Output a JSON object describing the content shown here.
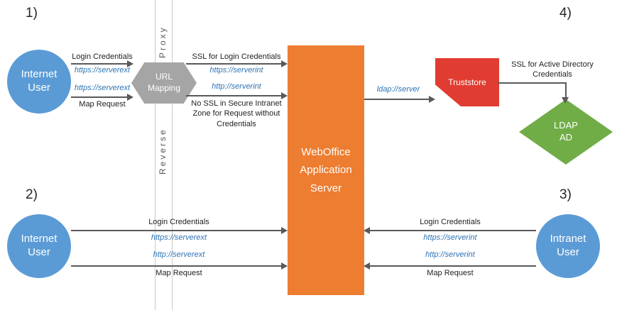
{
  "steps": {
    "s1": "1)",
    "s2": "2)",
    "s3": "3)",
    "s4": "4)"
  },
  "proxy_band": {
    "top": "Proxy",
    "bottom": "Reverse"
  },
  "nodes": {
    "internet_user_top": "Internet User",
    "internet_user_bottom": "Internet User",
    "intranet_user": "Intranet User",
    "url_mapping": "URL Mapping",
    "weboffice": "WebOffice Application Server",
    "truststore": "Truststore",
    "ldap_ad": "LDAP AD"
  },
  "edges": {
    "user_to_mapping": {
      "line1_label": "Login Credentials",
      "line1_url": "https://serverext",
      "line2_url": "https://serverext",
      "line2_label": "Map Request"
    },
    "mapping_to_server": {
      "line1_label": "SSL for Login Credentials",
      "line1_url": "https://serverint",
      "line2_url": "http://serverint",
      "line2_label": "No SSL in Secure Intranet Zone for Request without Credentials"
    },
    "server_to_truststore": {
      "url": "ldap://server"
    },
    "truststore_to_ldap": {
      "label": "SSL for Active Directory Credentials"
    },
    "internet_to_server": {
      "line1_label": "Login Credentials",
      "line1_url": "https://serverext",
      "line2_url": "http://serverext",
      "line2_label": "Map Request"
    },
    "intranet_to_server": {
      "line1_label": "Login Credentials",
      "line1_url": "https://serverint",
      "line2_url": "http://serverint",
      "line2_label": "Map Request"
    }
  },
  "colors": {
    "user-blue": "#5B9BD5",
    "server-orange": "#ED7D31",
    "truststore-red": "#E03C31",
    "ldap-green": "#70AD47",
    "mapping-gray": "#A5A5A5",
    "arrow-gray": "#595959",
    "url-blue": "#2E74B5",
    "proxy-line": "#C9C9C9",
    "proxy-text": "#595959",
    "text-dark": "#1F1F1F"
  }
}
